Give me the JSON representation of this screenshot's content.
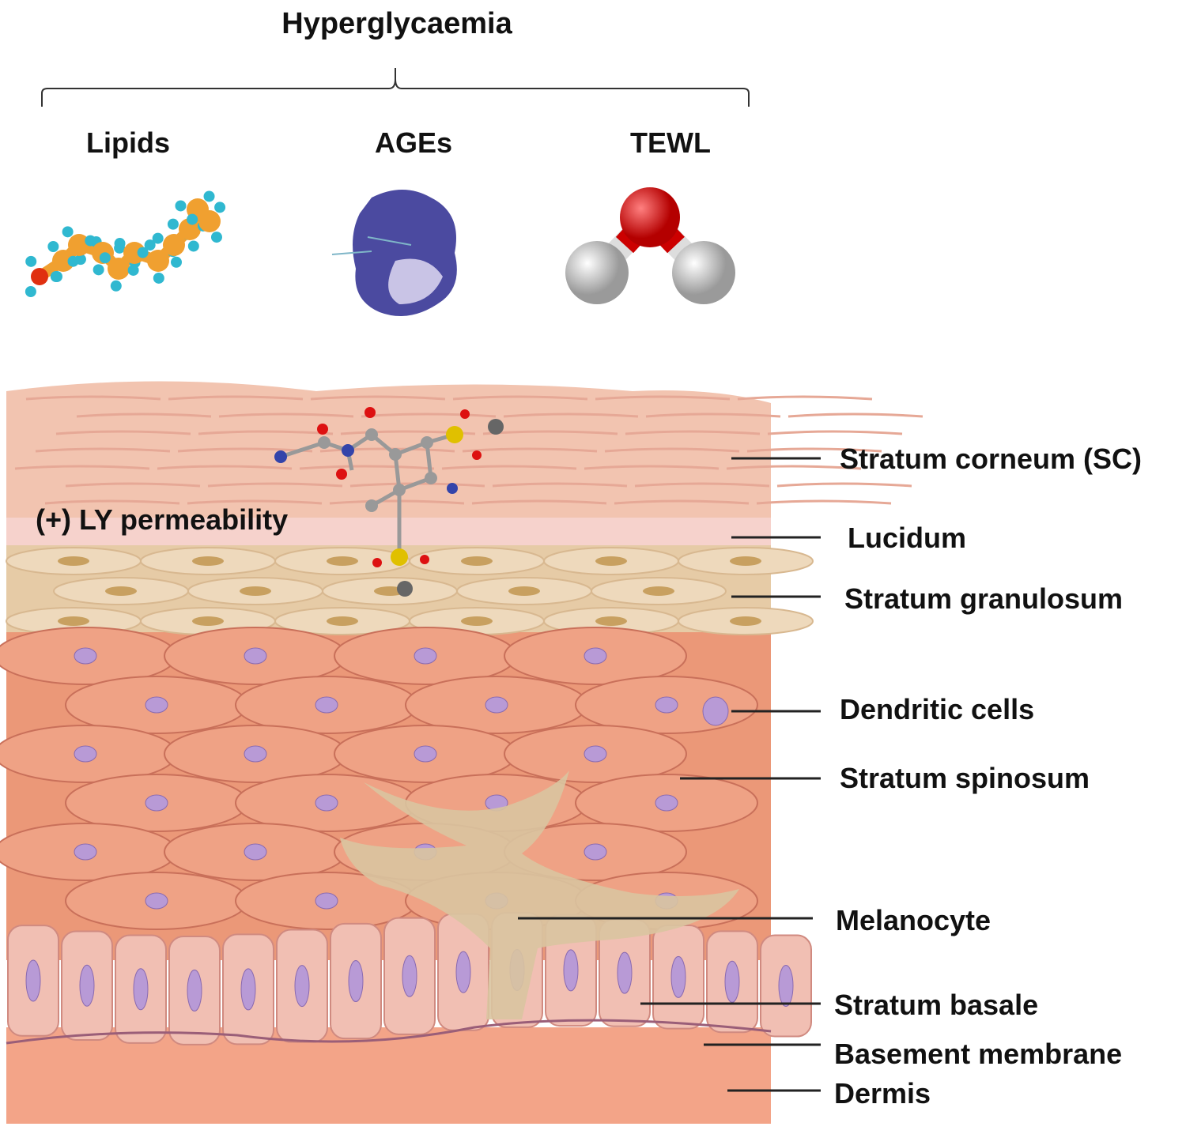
{
  "title": "Hyperglycaemia",
  "factors": [
    {
      "label": "Lipids",
      "icon": "lipid-molecule-icon"
    },
    {
      "label": "AGEs",
      "icon": "protein-surface-icon"
    },
    {
      "label": "TEWL",
      "icon": "water-molecule-icon"
    }
  ],
  "annotation": "(+) LY permeability",
  "layers": [
    {
      "label": "Stratum corneum (SC)"
    },
    {
      "label": "Lucidum"
    },
    {
      "label": "Stratum granulosum"
    },
    {
      "label": "Dendritic cells"
    },
    {
      "label": "Stratum spinosum"
    },
    {
      "label": "Melanocyte"
    },
    {
      "label": "Stratum basale"
    },
    {
      "label": "Basement membrane"
    },
    {
      "label": "Dermis"
    }
  ],
  "colors": {
    "corneum": "#f2c4b0",
    "lucidum": "#f6d2cc",
    "granulosum": "#e6cba6",
    "spinosum": "#eb9878",
    "spinous_cell": "#efa285",
    "basale": "#f1bfb3",
    "dermis": "#f3a488",
    "nucleus": "#b89ad6"
  }
}
